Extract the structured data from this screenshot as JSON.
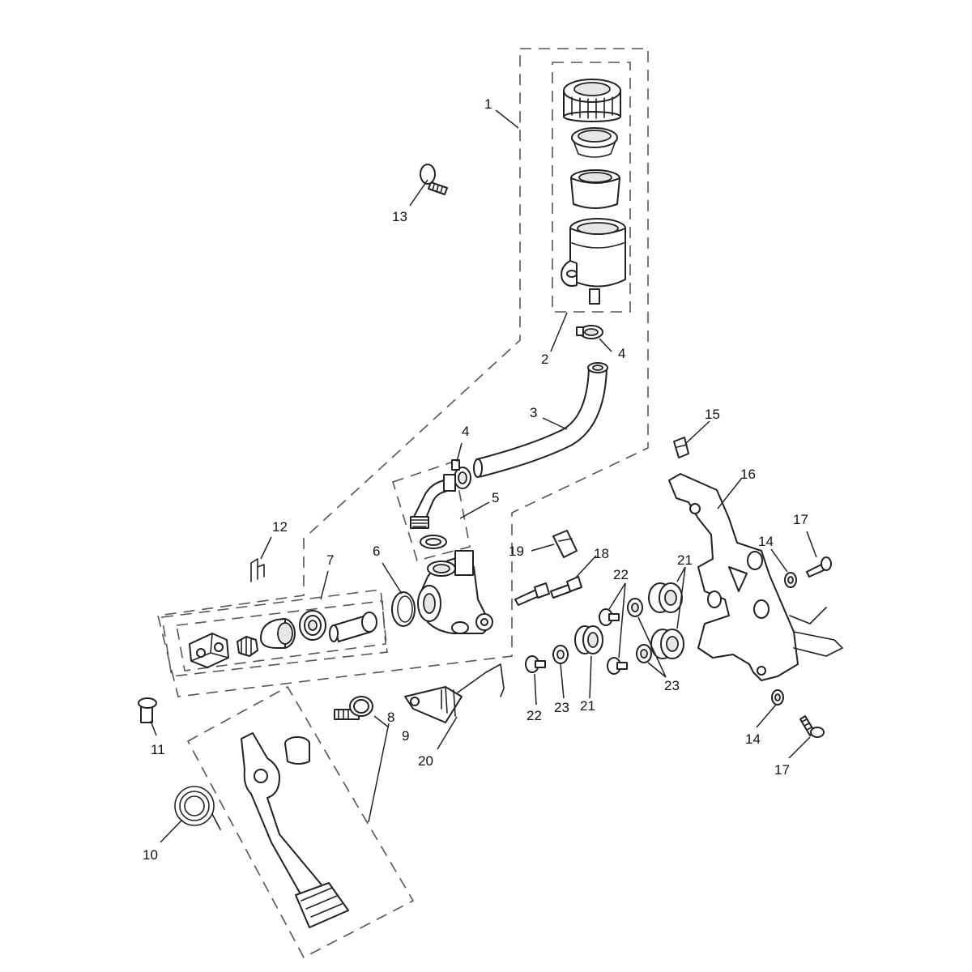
{
  "callouts": [
    {
      "id": "c1",
      "label": "1"
    },
    {
      "id": "c2",
      "label": "2"
    },
    {
      "id": "c3",
      "label": "3"
    },
    {
      "id": "c4a",
      "label": "4"
    },
    {
      "id": "c4b",
      "label": "4"
    },
    {
      "id": "c5",
      "label": "5"
    },
    {
      "id": "c6",
      "label": "6"
    },
    {
      "id": "c7",
      "label": "7"
    },
    {
      "id": "c8",
      "label": "8"
    },
    {
      "id": "c9",
      "label": "9"
    },
    {
      "id": "c10",
      "label": "10"
    },
    {
      "id": "c11",
      "label": "11"
    },
    {
      "id": "c12",
      "label": "12"
    },
    {
      "id": "c13",
      "label": "13"
    },
    {
      "id": "c14a",
      "label": "14"
    },
    {
      "id": "c14b",
      "label": "14"
    },
    {
      "id": "c15",
      "label": "15"
    },
    {
      "id": "c16",
      "label": "16"
    },
    {
      "id": "c17a",
      "label": "17"
    },
    {
      "id": "c17b",
      "label": "17"
    },
    {
      "id": "c18",
      "label": "18"
    },
    {
      "id": "c19",
      "label": "19"
    },
    {
      "id": "c20",
      "label": "20"
    },
    {
      "id": "c21a",
      "label": "21"
    },
    {
      "id": "c21b",
      "label": "21"
    },
    {
      "id": "c22a",
      "label": "22"
    },
    {
      "id": "c22b",
      "label": "22"
    },
    {
      "id": "c23a",
      "label": "23"
    },
    {
      "id": "c23b",
      "label": "23"
    }
  ],
  "colors": {
    "line": "#222222",
    "dash": "#555555",
    "background": "#ffffff"
  }
}
